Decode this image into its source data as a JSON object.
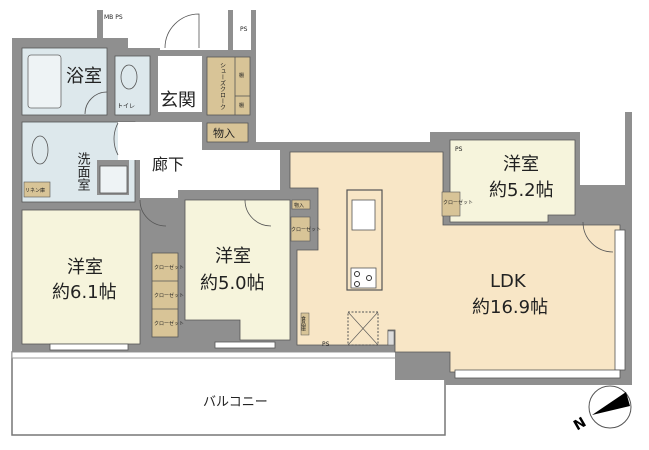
{
  "floorplan": {
    "rooms": {
      "bath": "浴室",
      "toilet": "トイレ",
      "entrance": "玄関",
      "shoe_cloak": "シューズクローク",
      "shelf_1": "棚",
      "shelf_2": "棚",
      "storage_entrance": "物入",
      "corridor": "廊下",
      "washroom": "洗面室",
      "linen": "リネン庫",
      "room_a_name": "洋室",
      "room_a_size": "約6.1帖",
      "room_b_name": "洋室",
      "room_b_size": "約5.0帖",
      "room_c_name": "洋室",
      "room_c_size": "約5.2帖",
      "ldk_name": "LDK",
      "ldk_size": "約16.9帖",
      "balcony": "バルコニー",
      "closet": "クローゼット",
      "storage_small": "物入",
      "pantry": "食品庫",
      "ps": "PS",
      "mb_ps": "MB PS"
    },
    "compass": "N",
    "colors": {
      "wall": "#8f8f8f",
      "wet": "#dde8ec",
      "room": "#f6f4dc",
      "ldk": "#f8e6c6",
      "storage": "#d8c497",
      "hall": "#ffffff"
    }
  }
}
